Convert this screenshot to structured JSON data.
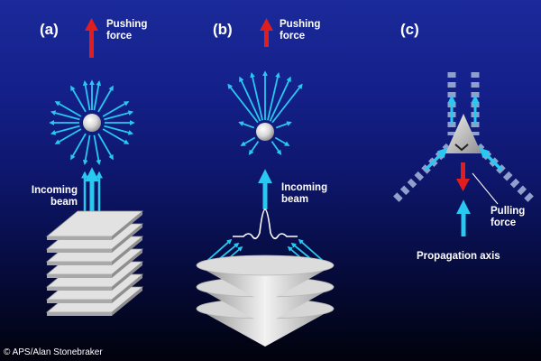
{
  "panels": [
    {
      "id": "a",
      "label": "(a)",
      "force_label": "Pushing\nforce",
      "beam_label": "Incoming\nbeam"
    },
    {
      "id": "b",
      "label": "(b)",
      "force_label": "Pushing\nforce",
      "beam_label": "Incoming\nbeam"
    },
    {
      "id": "c",
      "label": "(c)",
      "force_label": "Pulling\nforce",
      "axis_label": "Propagation axis"
    }
  ],
  "credit": "© APS/Alan Stonebraker",
  "colors": {
    "beam_arrow": "#29c8f0",
    "force_arrow": "#e01e1e",
    "background_top": "#1b2a9a",
    "background_bottom": "#01020c"
  }
}
